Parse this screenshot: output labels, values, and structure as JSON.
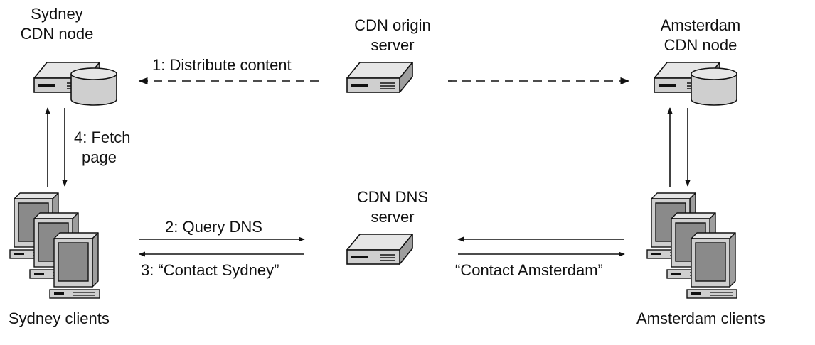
{
  "nodes": {
    "sydney_cdn": [
      "Sydney",
      "CDN node"
    ],
    "origin": [
      "CDN origin",
      "server"
    ],
    "amsterdam_cdn": [
      "Amsterdam",
      "CDN node"
    ],
    "dns": [
      "CDN DNS",
      "server"
    ],
    "sydney_clients": "Sydney clients",
    "amsterdam_clients": "Amsterdam clients"
  },
  "steps": {
    "distribute": "1: Distribute content",
    "query_dns": "2: Query DNS",
    "contact_sydney": "3: “Contact Sydney”",
    "fetch_page": [
      "4: Fetch",
      "page"
    ],
    "contact_amsterdam": "“Contact Amsterdam”"
  },
  "icons": [
    "cdn-node-icon",
    "server-icon",
    "client-computers-icon"
  ],
  "colors": {
    "device_fill": "#cfcfcf",
    "device_top": "#e6e6e6",
    "stroke": "#111111",
    "screen": "#8a8a8a"
  }
}
